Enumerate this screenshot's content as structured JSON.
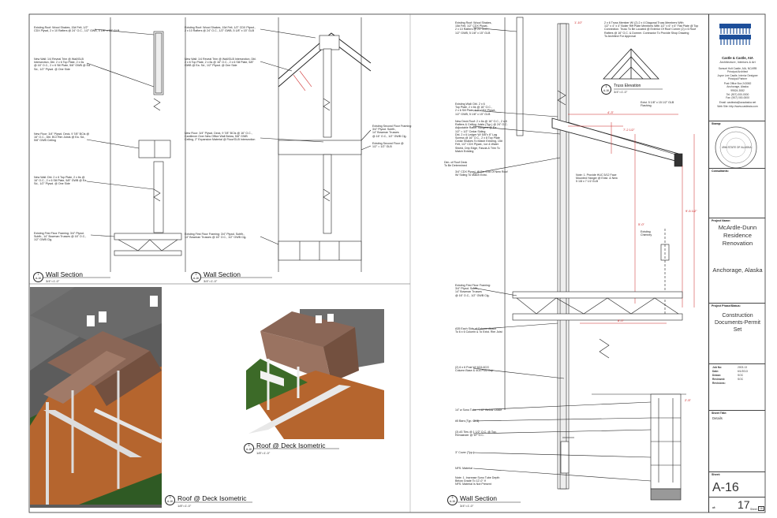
{
  "firm": {
    "name": "Castle & Castle, AIA",
    "tagline": "Architecture, Interiors & Art",
    "people": "Samuel Holt Castle, AIA, NCARB\nPrincipal Architect\nJoyce Lee Castle, Interior Designer\nPrincipal Partner",
    "address": "Post Office Box 243082\nAnchorage, Alaska\n99524-3082",
    "phones": "Tel: (907) 000-0000\nFax: (907) 000-0000",
    "email": "Email: castleaia@acsalaska.net",
    "web": "Web Site: http://www.castleaia.com"
  },
  "titleblock": {
    "stamp_label": "Stamp:",
    "stamp_text": "49th STATE OF ALASKA",
    "consultants_label": "Consultants:",
    "project_name_label": "Project Name:",
    "project_name": "McArdle-Dunn Residence Renovation",
    "location": "Anchorage, Alaska",
    "phase_label": "Project Phase/Status:",
    "phase": "Construction Documents-Permit Set",
    "job_rows": [
      {
        "k": "Job No:",
        "v": "2003.13"
      },
      {
        "k": "Date:",
        "v": "6/1/2013"
      },
      {
        "k": "Drawn:",
        "v": "SOC"
      },
      {
        "k": "Reviewed:",
        "v": "SOC"
      },
      {
        "k": "Revisions:",
        "v": ""
      }
    ],
    "sheet_title_label": "Sheet Title:",
    "sheet_title": "Details",
    "sheet_label": "Sheet:",
    "sheet_number": "A-16",
    "of_label": "of:",
    "sheet_count": "17",
    "sheet_word": "Sheet",
    "sheet_box": "16"
  },
  "views": {
    "v1": {
      "title": "Wall Section",
      "scale": "3/4\"=1'-0\"",
      "num": "1",
      "sheet": "A-16"
    },
    "v2": {
      "title": "Wall Section",
      "scale": "3/4\"=1'-0\"",
      "num": "2",
      "sheet": "A-16"
    },
    "v3": {
      "title": "Roof @ Deck Isometric",
      "scale": "1/8\"=1'-0\"",
      "num": "3",
      "sheet": "A-16"
    },
    "v4": {
      "title": "Truss Elevation",
      "scale": "3/4\"=1'-0\"",
      "num": "4",
      "sheet": "A-16"
    },
    "v5": {
      "title": "Wall Section",
      "scale": "3/4\"=1'-0\"",
      "num": "5",
      "sheet": "A-16"
    },
    "v6": {
      "title": "Roof @ Deck Isometric",
      "scale": "1/8\"=1'-0\"",
      "num": "6",
      "sheet": "A-16"
    }
  },
  "notes": {
    "s1_roof": "Existing Roof: Wood Shakes, 15# Felt, 1/2\"\nCDX Plywd, 2 x 10 Rafters @ 24\" O.C., 1/2\" GWB, 5 1/8\" x 15\" GLB",
    "s1_wall": "New Wall: 1/4 Reveal Trim @ Wall/GLB\nIntersection, Dbl. 2 x 6 Top Plate, 2 x 6s\n@ 16\" O.C., 2 x 6 Sill Plate, 5/8\" GWB @ Ea.\nSd., 1/2\" Plywd. @ One Side",
    "s1_floor": "New Floor: 3/4\" Plywd. Deck, 9 7/8\" BCIs @\n16\" O.C., Dbl. BCI Rim Joists @ Ea. Sd.,\n5/8\" GWB Ceiling",
    "s1_wall2": "New Wall: Dbl. 2 x 6 Top Plate, 2 x 6s @\n16\" O.C., 2 x 6 Sill Plate, 5/8\" GWB @ Ea.\nSd., 1/2\" Plywd. @ One Side",
    "s1_first": "Existing First Floor Framing: 3/4\" Plywd.\nSubflr., 14\" Bowman Trusses @ 16\" O.C.,\n1/2\" GWB Clg.",
    "s2_roof": "Existing Roof: Wood Shakes, 15# Felt, 1/2\" CDX Plywd.,\n2 x 10 Rafters @ 24\" O.C., 1/2\" GWB, 5 1/8\" x 15\" GLB",
    "s2_wall": "New Wall: 1/4 Reveal Trim @ Wall/GLB Intersection, Dbl.\n2 x 6 Top Plate, 2 x 6s @ 16\" O.C., 2 x 6 Sill Plate, 5/8\"\nGWB @ Ea. Sd., 1/2\" Plywd. @ One Side",
    "s2_floor": "New Floor: 3/4\" Plywd. Deck, 9 7/8\" BCIs @ 16\" O.C.,\nCantilever Over New Office Wall Below, 5/8\" GWB\nCeiling, 2\" Expansion Material @ Floor/GLB Intersection",
    "s2_second": "Existing Second Floor Framing:\n3/4\" Plywd. Subflr.,\n14\" Bowman Trusses\n@ 16\" O.C., 1/2\" GWB Clg.",
    "s2_secfloor": "Existing Second Floor @\n1/2\" = 1/2\" GLB",
    "s2_first": "Existing First Floor Framing: 3/4\" Plywd. Subflr.,\n14\" Bowman Trusses @ 16\" O.C., 1/2\" GWB Clg.",
    "s5_roof": "Existing Roof: Wood Shakes,\n15# Felt, 1/2\" CDX Plywd.,\n2 x 10 Rafters @ 24\" O.C.,\n1/2\" GWB, 5 1/8\" x 15\" GLB",
    "s5_wall": "Existing Wall: Dbl. 2 x 6\nTop Plate, 2 x 6s @ 16\" O.C.,\n2 x 6 Sill Plate, 1/2\" CDX Plywd.,\n1/2\" GWB, 5 1/8\" x 15\" GLB",
    "s5_deckroof": "New Deck Roof: 2 x 6s @ 16\" O.C., 2 x 8\nRafters & Ceiling Joists (Typ.) @ 24\" O.C.\nAdjustable Rafter Hangers @ Ea.\n1/2\" = 1/2\" Cedar Siding\nDbl. 2 x 6 Ledger W/ 5/8\"x 6\" Lag\nScrews @ 16\" O.C., 2 x 8 Top Plate\nCedar Shakes To Match Existing, 15#\nFelt, 1/2\" CDX Plywd., Ice & Water\nShield, Drip Edge, Fascia & Trim To\nMatch Existing",
    "s5_eave": "Dim. of Roof Deck\nTo Be Determined",
    "s5_plywd": "3/4\" CDX Plywd. @ Ea. End Of New Roof\nW/ Siding To Match Exist.",
    "s5_note1": "Note: 1. Provide HUC 5/12 Face\nMounted Hanger @ Exist. & New\n5 1/8 x 7 1/2 GLB",
    "s5_exist": "Existing\nChimney",
    "s5_first": "Existing First Floor Framing:\n3/4\" Plywd. Subflr.,\n14\" Bowman Trusses\n@ 16\" O.C., 1/2\" GWB Clg.",
    "s5_a35": "A35 Each Side of Column Attach\nTo 6 x 6 Column & To Exist. Rim Joist",
    "s5_post": "(2) 6 x 6 Post W/ 6C6-6CG\nColumn Base & 4C6 Post Cap",
    "s5_sono": "14\" ø Sono Tube +/-12\" Below Grade",
    "s5_bars": "#5 Bars (Typ. Of 5)",
    "s5_ties": "(3) #3 Ties @ 1 1/2\" O.C. @ Top,\nRemainder @ 12\" O.C.",
    "s5_cover": "3\" Cover (Typ.)",
    "s5_nfs": "NFS: Material",
    "s5_note2": "Note: 1. Increase Sono Tube Depth\nBelow Grade To 12'-0\" If\nNFS: Material Is Not Present",
    "truss_note": "2 x 6 Truss Member W/ (2) 2 x 4 Diagonal Truss Members With\n1/2\" x 4\" x 4\" Boiler Riff Plate Members With 1/2\" x 6\" x 6\" Flat Plate @ Top\nConnection. Truss To Be Located @ Exterior Of Roof Corner (2) x 6 Roof\nRafters @ 16\" O.C. & Dormer. Contractor To Provide Shop Drawing\nTo Architect For Approval",
    "s5_exist2": "Exist. 5 1/8\" x 15 1/2\" GLB\nFlashing",
    "dims": [
      "1'-10\"",
      "4'-3\"",
      "7'-2 1/2\"",
      "5'-0\"",
      "9'-5 1/2\"",
      "8'-0\"",
      "2'-5\""
    ]
  },
  "colors": {
    "line": "#222222",
    "dim": "#cc2222",
    "roof": "#8a6656",
    "deck": "#b5652e",
    "siding": "#6b6b6b",
    "grass": "#3f6b2a"
  }
}
